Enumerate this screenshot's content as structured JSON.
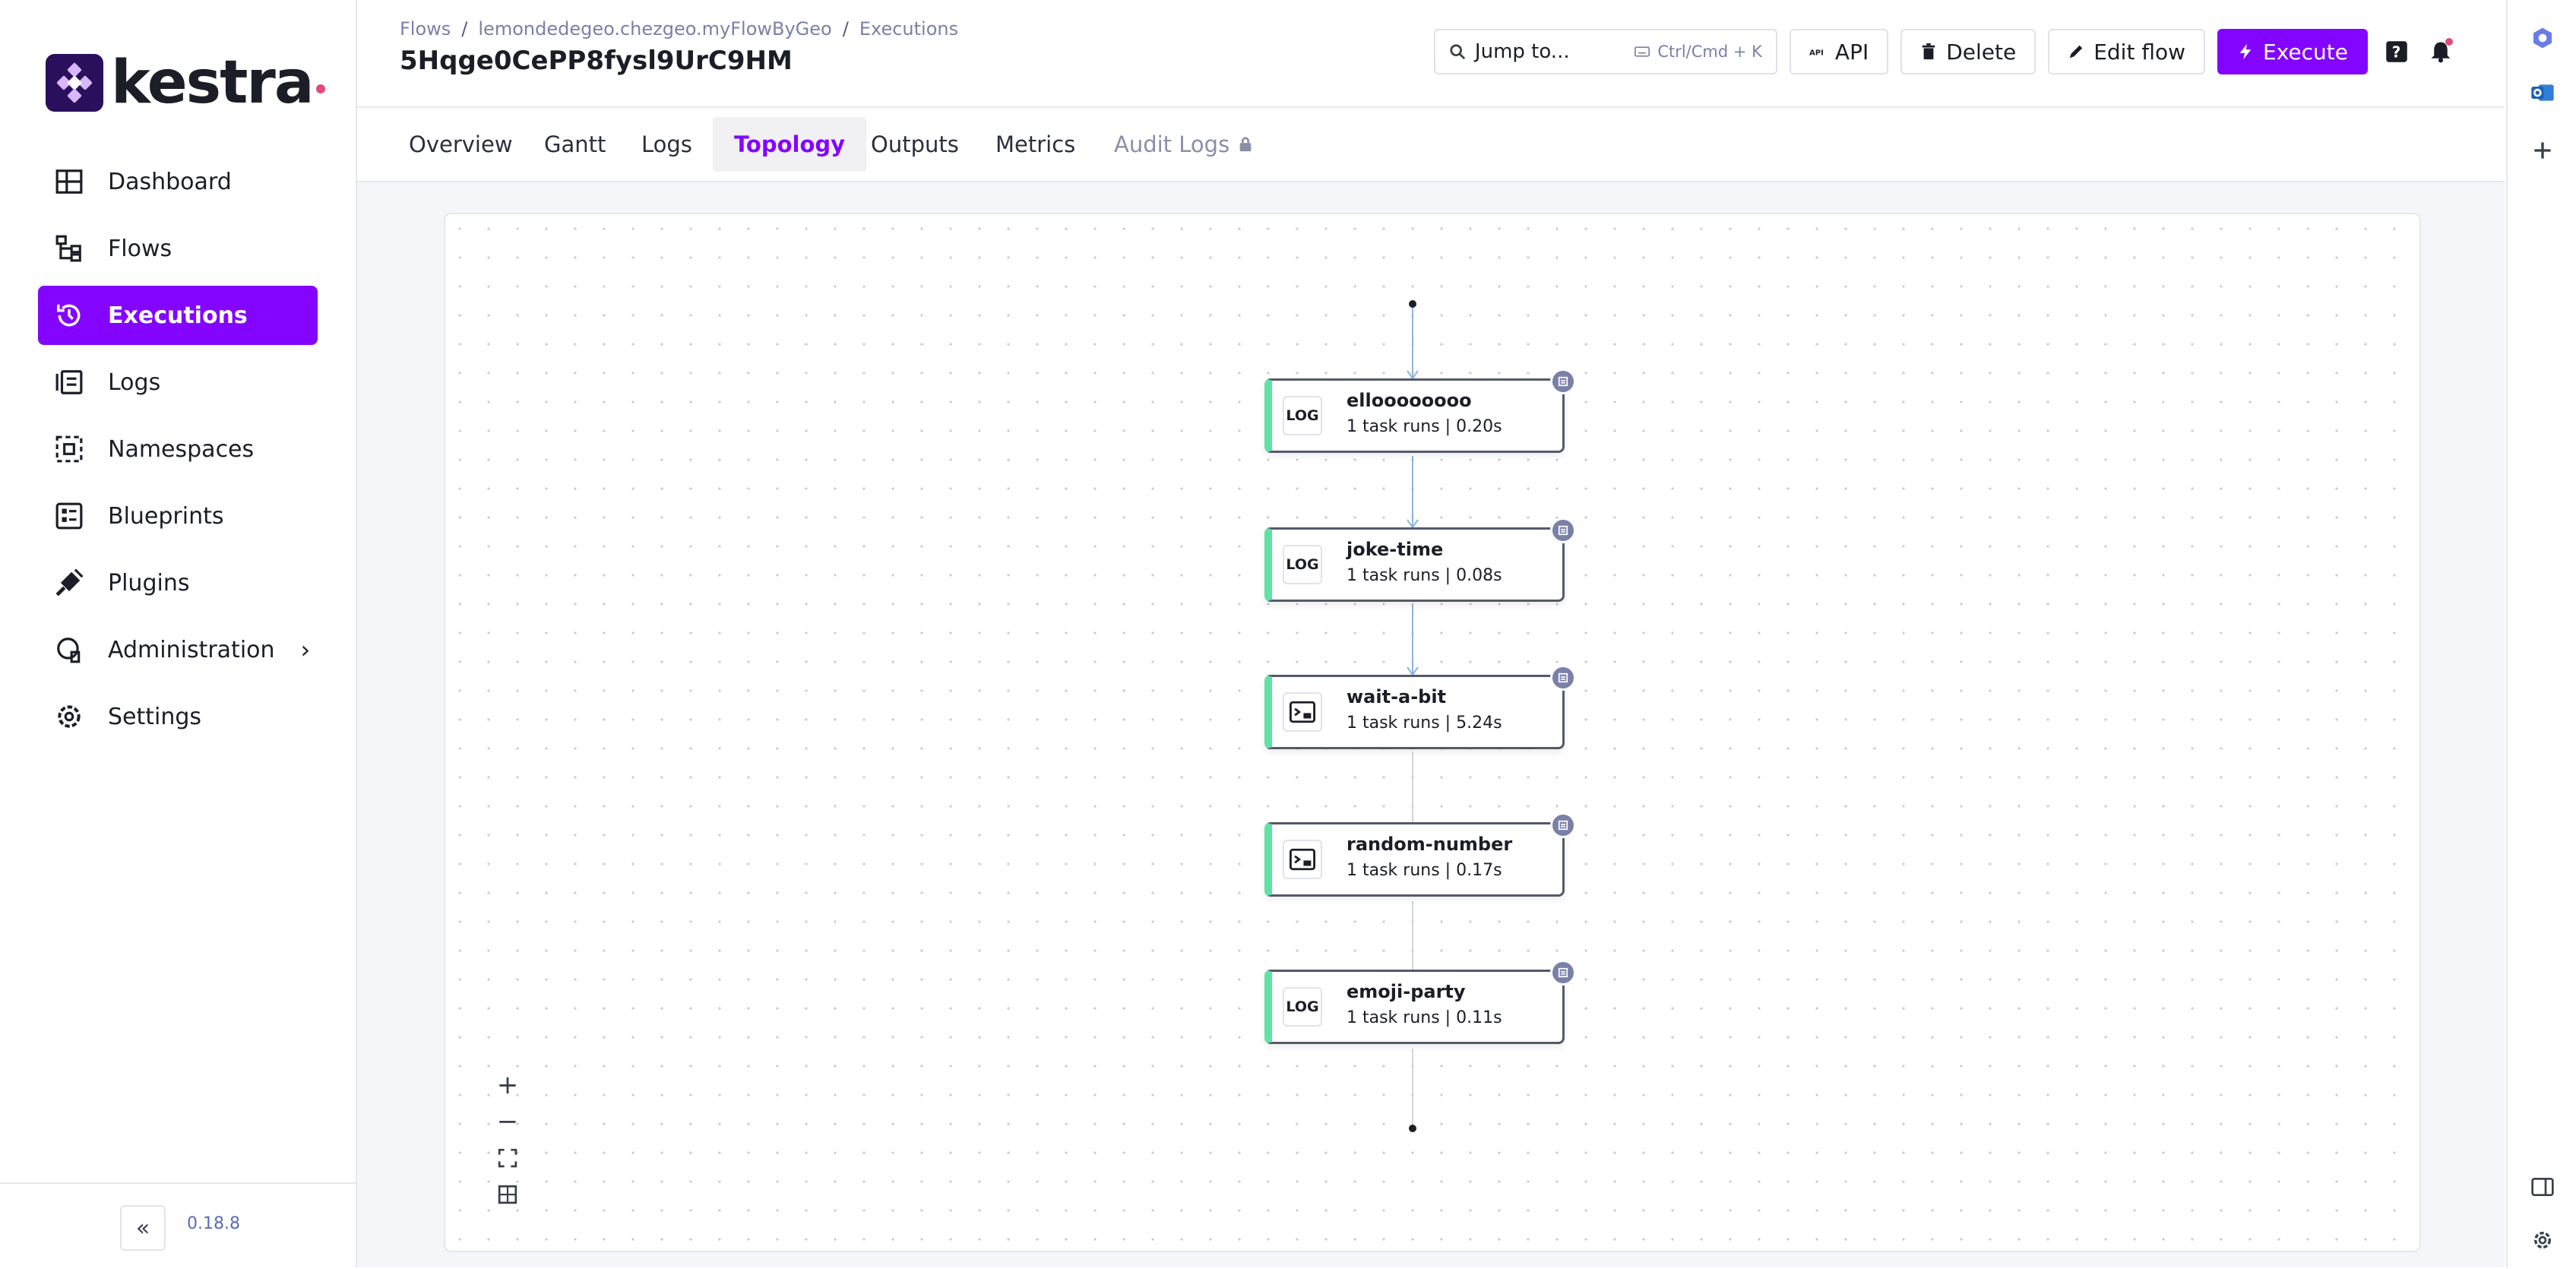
{
  "app": {
    "name": "kestra",
    "version": "0.18.8",
    "brand_color": "#8405ff",
    "success_color": "#5fe3a5"
  },
  "sidebar": {
    "items": [
      {
        "label": "Dashboard",
        "icon": "dashboard-icon"
      },
      {
        "label": "Flows",
        "icon": "flows-icon"
      },
      {
        "label": "Executions",
        "icon": "history-icon",
        "active": true
      },
      {
        "label": "Logs",
        "icon": "logs-icon"
      },
      {
        "label": "Namespaces",
        "icon": "namespaces-icon"
      },
      {
        "label": "Blueprints",
        "icon": "blueprints-icon"
      },
      {
        "label": "Plugins",
        "icon": "plug-icon"
      },
      {
        "label": "Administration",
        "icon": "shield-icon",
        "chevron": "›"
      },
      {
        "label": "Settings",
        "icon": "gear-icon"
      }
    ],
    "collapse_glyph": "«"
  },
  "header": {
    "breadcrumb": [
      "Flows",
      "lemondedegeo.chezgeo.myFlowByGeo",
      "Executions"
    ],
    "breadcrumb_sep": "/",
    "execution_id": "5Hqge0CePP8fysl9UrC9HM",
    "jump": {
      "label": "Jump to...",
      "shortcut": "Ctrl/Cmd + K"
    },
    "buttons": {
      "api": "API",
      "delete": "Delete",
      "edit": "Edit flow",
      "execute": "Execute"
    }
  },
  "tabs": [
    {
      "label": "Overview"
    },
    {
      "label": "Gantt"
    },
    {
      "label": "Logs"
    },
    {
      "label": "Topology",
      "active": true
    },
    {
      "label": "Outputs"
    },
    {
      "label": "Metrics"
    },
    {
      "label": "Audit Logs",
      "locked": true
    }
  ],
  "topology": {
    "nodes": [
      {
        "title": "elloooooooo",
        "subtitle": "1 task runs | 0.20s",
        "type": "log",
        "type_label": "LOG",
        "state": "success"
      },
      {
        "title": "joke-time",
        "subtitle": "1 task runs | 0.08s",
        "type": "log",
        "type_label": "LOG",
        "state": "success"
      },
      {
        "title": "wait-a-bit",
        "subtitle": "1 task runs | 5.24s",
        "type": "script",
        "type_label": "",
        "state": "success"
      },
      {
        "title": "random-number",
        "subtitle": "1 task runs | 0.17s",
        "type": "script",
        "type_label": "",
        "state": "success"
      },
      {
        "title": "emoji-party",
        "subtitle": "1 task runs | 0.11s",
        "type": "log",
        "type_label": "LOG",
        "state": "success"
      }
    ],
    "zoom_controls": [
      "+",
      "−",
      "fit",
      "minimap"
    ]
  }
}
